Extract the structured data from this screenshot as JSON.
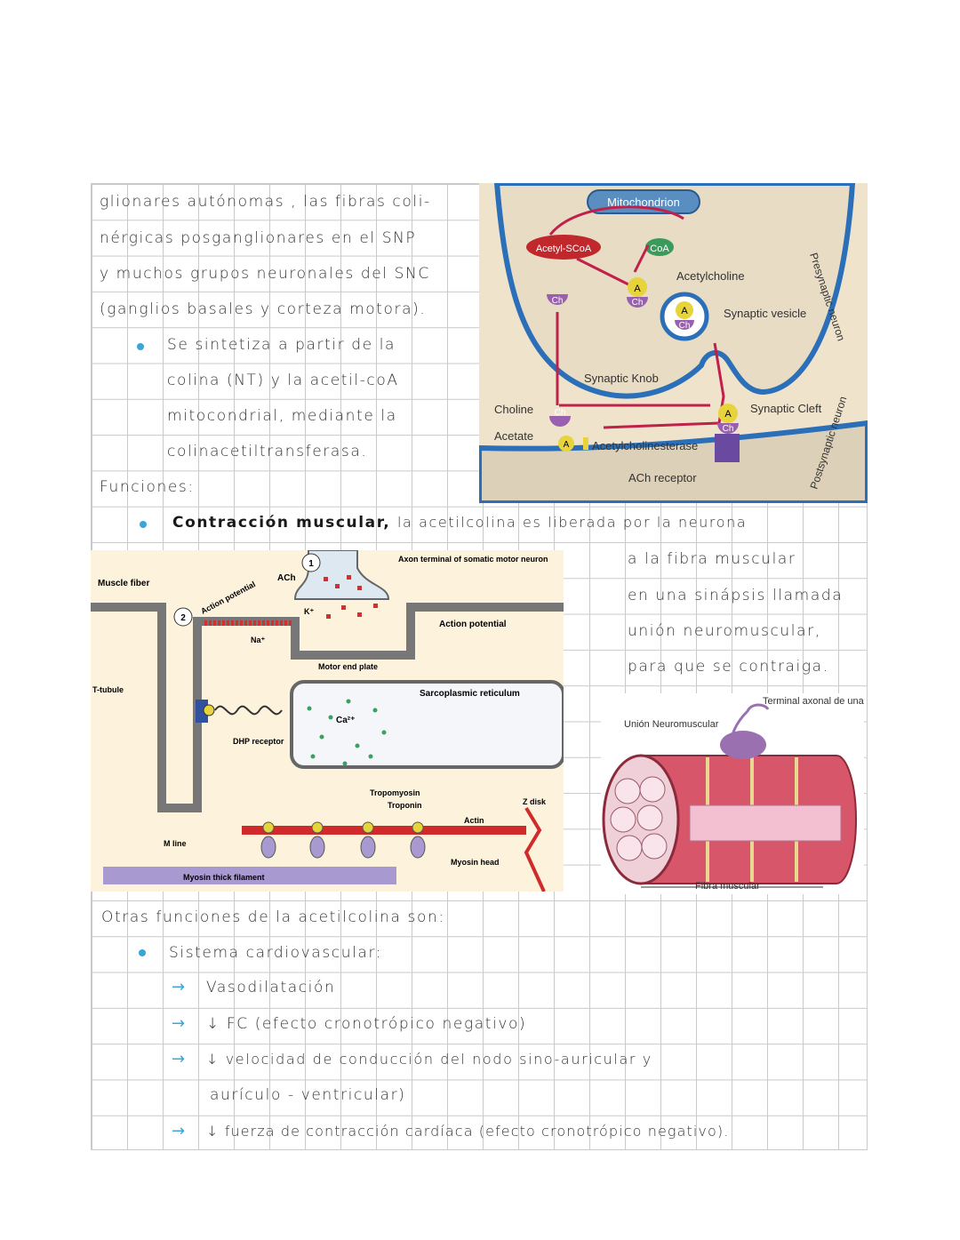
{
  "notes": {
    "l1": "glionares   autónomas , las fibras coli-",
    "l2": "nérgicas  posganglionares  en el SNP",
    "l3": "y  muchos  grupos  neuronales del SNC",
    "l4": "(ganglios basales y corteza motora).",
    "b1a": "Se  sintetiza a partir de  la",
    "b1b": "colina (NT)  y la acetil-coA",
    "b1c": "mitocondrial,  mediante la",
    "b1d": "colinacetiltransferasa.",
    "funciones": "Funciones:",
    "contraccion_bold": "Contracción muscular,",
    "contraccion_rest": "la acetilcolina es liberada por la neurona",
    "c2": "a la fibra muscular",
    "c3": "en una sinápsis llamada",
    "c4": "unión neuromuscular,",
    "c5": "para que se contraiga.",
    "otras": "Otras  funciones  de  la  acetilcolina  son:",
    "sistema": "Sistema   cardiovascular:",
    "a1": "Vasodilatación",
    "a2": "↓ FC  (efecto  cronotrópico  negativo)",
    "a3": "↓ velocidad  de conducción  del  nodo  sino-auricular  y",
    "a3b": "aurículo - ventricular)",
    "a4": "↓ fuerza  de  contracción cardíaca (efecto cronotrópico negativo)."
  },
  "fig_synapse": {
    "mitochondrion": "Mitochondrion",
    "acetyl_scoa": "Acetyl-SCoA",
    "coa": "CoA",
    "acetylcholine": "Acetylcholine",
    "synaptic_vesicle": "Synaptic vesicle",
    "synaptic_knob": "Synaptic Knob",
    "choline": "Choline",
    "acetate": "Acetate",
    "acetylcholinesterase": "Acetylcholinesterase",
    "synaptic_cleft": "Synaptic Cleft",
    "ach_receptor": "ACh receptor",
    "presynaptic": "Presynaptic neuron",
    "postsynaptic": "Postsynaptic neuron",
    "ch": "Ch",
    "a": "A"
  },
  "fig_nmj": {
    "muscle_fiber": "Muscle fiber",
    "ach": "ACh",
    "axon_terminal": "Axon terminal of somatic motor neuron",
    "action_potential": "Action potential",
    "action_potential_right": "Action potential",
    "na": "Na⁺",
    "k": "K⁺",
    "motor_end_plate": "Motor end plate",
    "t_tubule": "T-tubule",
    "sarcoplasmic_reticulum": "Sarcoplasmic reticulum",
    "ca": "Ca²⁺",
    "dhp_receptor": "DHP receptor",
    "tropomyosin": "Tropomyosin",
    "troponin": "Troponin",
    "z_disk": "Z disk",
    "actin": "Actin",
    "m_line": "M line",
    "myosin_thick": "Myosin thick filament",
    "myosin_head": "Myosin head",
    "n1": "1",
    "n2": "2"
  },
  "fig_fiber": {
    "terminal": "Terminal axonal de una neurona motora",
    "union": "Unión Neuromuscular",
    "fibra": "Fibra muscular"
  },
  "colors": {
    "bullet": "#3aa6d8",
    "grid": "#c9c9c9"
  }
}
